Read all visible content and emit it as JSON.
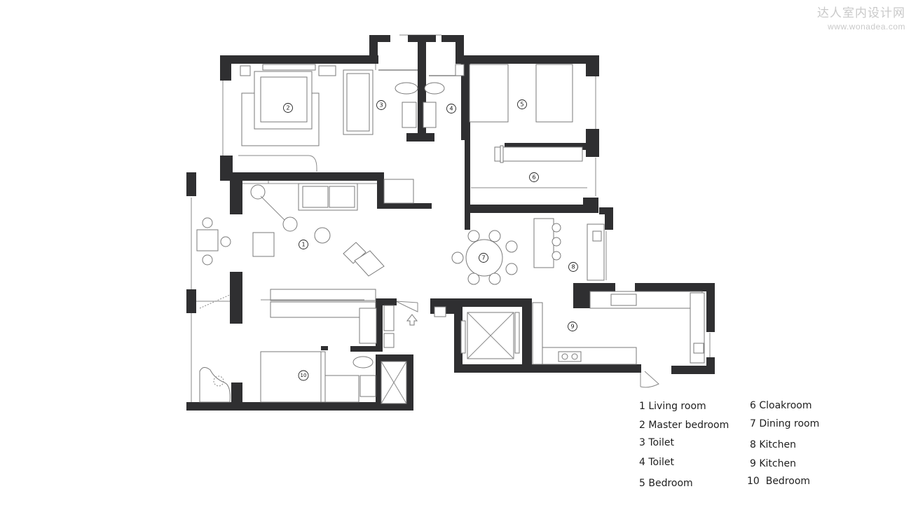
{
  "watermark": {
    "title": "达人室内设计网",
    "url": "www.wonadea.com"
  },
  "room_markers": [
    "1",
    "2",
    "3",
    "4",
    "5",
    "6",
    "7",
    "8",
    "9",
    "10"
  ],
  "legend": [
    "1 Living room",
    "2 Master bedroom",
    "3 Toilet",
    "4 Toilet",
    "5 Bedroom",
    "6 Cloakroom",
    "7 Dining room",
    "8 Kitchen",
    "9 Kitchen",
    "10  Bedroom"
  ],
  "colors": {
    "wall": "#2f2f31",
    "line": "#8a8a8a",
    "text": "#1e1e1e",
    "watermark": "#c9c9c9"
  },
  "icons": {
    "entrance": "up-arrow-icon"
  }
}
